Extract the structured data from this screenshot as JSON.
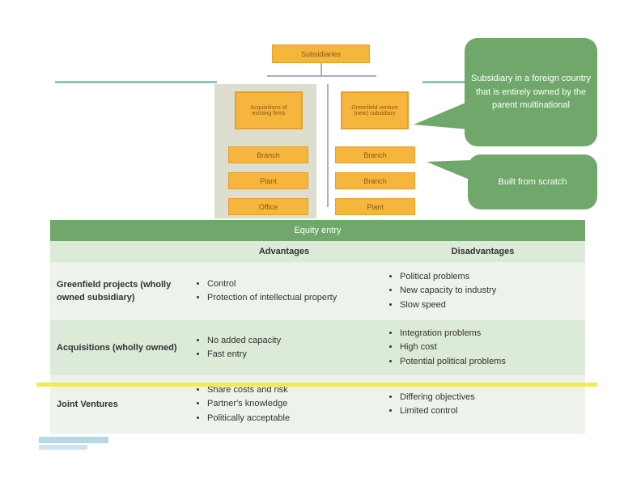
{
  "colors": {
    "green": "#6fa86a",
    "orange": "#f6b53d",
    "light_green": "#dcead8",
    "pale_green": "#edf3ea",
    "teal_line": "#8fc4c0",
    "highlight": "#f0ec50"
  },
  "chart": {
    "top_box": "Subsidiaries",
    "left_big": "Acquisitions of existing firms",
    "right_big": "Greenfield venture (new) subsidiary",
    "left_items": [
      "Branch",
      "Plant",
      "Office"
    ],
    "right_items": [
      "Branch",
      "Branch",
      "Plant"
    ]
  },
  "bubbles": {
    "definition": "Subsidiary in a foreign country that is entirely owned by the parent multinational",
    "scratch": "Built from scratch"
  },
  "table": {
    "title": "Equity entry",
    "headers": {
      "blank": "",
      "advantages": "Advantages",
      "disadvantages": "Disadvantages"
    },
    "rows": [
      {
        "label": "Greenfield projects (wholly owned subsidiary)",
        "advantages": [
          "Control",
          "Protection of intellectual property"
        ],
        "disadvantages": [
          "Political problems",
          "New capacity to industry",
          "Slow speed"
        ]
      },
      {
        "label": "Acquisitions (wholly owned)",
        "advantages": [
          "No added capacity",
          "Fast entry"
        ],
        "disadvantages": [
          "Integration problems",
          "High cost",
          "Potential political problems"
        ]
      },
      {
        "label": "Joint Ventures",
        "advantages": [
          "Share costs and risk",
          "Partner's knowledge",
          "Politically acceptable"
        ],
        "disadvantages": [
          "Differing objectives",
          "Limited control"
        ]
      }
    ]
  },
  "logo": {
    "icon": "publisher-logo"
  }
}
